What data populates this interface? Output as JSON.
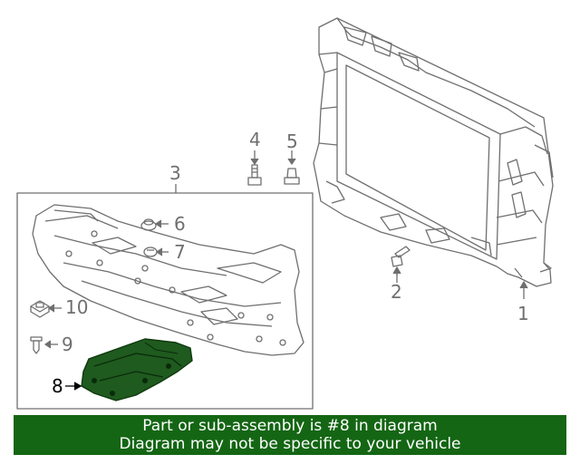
{
  "diagram": {
    "callouts": [
      {
        "id": "1",
        "label": "1"
      },
      {
        "id": "2",
        "label": "2"
      },
      {
        "id": "3",
        "label": "3"
      },
      {
        "id": "4",
        "label": "4"
      },
      {
        "id": "5",
        "label": "5"
      },
      {
        "id": "6",
        "label": "6"
      },
      {
        "id": "7",
        "label": "7"
      },
      {
        "id": "8",
        "label": "8"
      },
      {
        "id": "9",
        "label": "9"
      },
      {
        "id": "10",
        "label": "10"
      }
    ],
    "highlighted_part": "8",
    "colors": {
      "line": "#6f6f6f",
      "highlight_fill": "#1f5a1f",
      "highlight_text": "#000000"
    }
  },
  "banner": {
    "line1": "Part or sub-assembly is #8 in diagram",
    "line2": "Diagram may not be specific to your vehicle",
    "background": "#146614"
  }
}
